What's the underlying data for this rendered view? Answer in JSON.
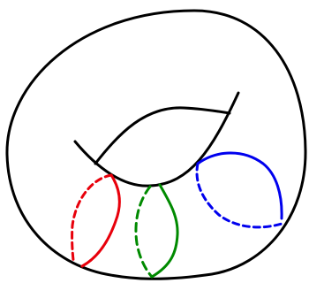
{
  "figure": {
    "subject": "torus-with-three-meridian-cycles",
    "outline_color": "#000000",
    "cycles": [
      {
        "name": "red-cycle",
        "color": "#e8000b",
        "front": "solid",
        "back": "dashed"
      },
      {
        "name": "green-cycle",
        "color": "#008a00",
        "front": "solid",
        "back": "dashed"
      },
      {
        "name": "blue-cycle",
        "color": "#0000ee",
        "front": "solid",
        "back": "dashed"
      }
    ]
  }
}
